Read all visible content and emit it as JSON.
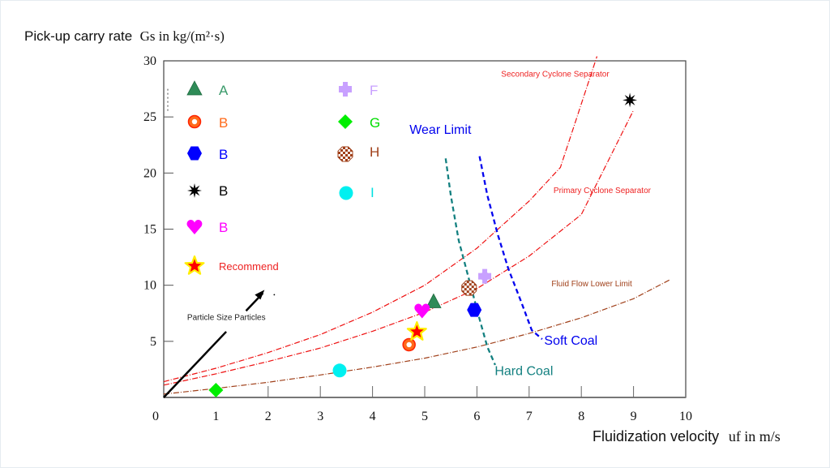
{
  "chart_data": {
    "type": "scatter",
    "title": "",
    "ylabel_prefix": "Pick-up carry rate",
    "ylabel_unit": "Gs in kg/(m²·s)",
    "xlabel_prefix": "Fluidization velocity",
    "xlabel_unit": "uf in m/s",
    "xlim": [
      0,
      10
    ],
    "ylim": [
      0,
      30
    ],
    "x_ticks": [
      0,
      1,
      2,
      3,
      4,
      5,
      6,
      7,
      8,
      9,
      10
    ],
    "y_ticks": [
      0,
      5,
      10,
      15,
      20,
      25,
      30
    ],
    "x_tick_labels": [
      "0",
      "1",
      "2",
      "3",
      "4",
      "5",
      "6",
      "7",
      "8",
      "9",
      "10"
    ],
    "y_tick_labels": [
      "",
      "5",
      "10",
      "15",
      "20",
      "25",
      "30"
    ],
    "grid": false,
    "legend_position": "top-left (inside plot)",
    "series": [
      {
        "name": "A",
        "marker": "triangle",
        "color": "#2e8b57",
        "label_color": "#3a9a6a",
        "points": [
          [
            5.17,
            8.5
          ]
        ]
      },
      {
        "name": "B",
        "marker": "ring",
        "color": "#ff3300",
        "label_color": "#ff6a1a",
        "points": [
          [
            4.7,
            4.7
          ]
        ]
      },
      {
        "name": "B",
        "marker": "hexagon",
        "color": "#0000ff",
        "label_color": "#0000ff",
        "points": [
          [
            5.95,
            7.8
          ]
        ]
      },
      {
        "name": "B",
        "marker": "starburst",
        "color": "#000000",
        "label_color": "#000000",
        "points": [
          [
            8.93,
            26.5
          ]
        ]
      },
      {
        "name": "B",
        "marker": "heart",
        "color": "#ff00ff",
        "label_color": "#ff00ff",
        "points": [
          [
            4.95,
            7.7
          ]
        ]
      },
      {
        "name": "Recommend",
        "marker": "star",
        "color": "#ff0000",
        "label_color": "#ee2222",
        "points": [
          [
            4.85,
            5.85
          ]
        ]
      },
      {
        "name": "F",
        "marker": "cross-blob",
        "color": "#c8a0ff",
        "label_color": "#c8a0ff",
        "points": [
          [
            6.15,
            10.8
          ]
        ]
      },
      {
        "name": "G",
        "marker": "diamond",
        "color": "#00ee00",
        "label_color": "#00dd00",
        "points": [
          [
            1.0,
            0.65
          ]
        ]
      },
      {
        "name": "H",
        "marker": "checker",
        "color": "#a0401a",
        "label_color": "#a0401a",
        "points": [
          [
            5.85,
            9.75
          ]
        ]
      },
      {
        "name": "I",
        "marker": "circle",
        "color": "#00f0f0",
        "label_color": "#00e0e0",
        "points": [
          [
            3.37,
            2.4
          ]
        ]
      }
    ],
    "curves": [
      {
        "name": "Secondary Cyclone Separator",
        "color": "#ee1111",
        "style": "dash-dot",
        "points": [
          [
            0,
            1.4
          ],
          [
            1,
            2.6
          ],
          [
            2,
            4.0
          ],
          [
            3,
            5.6
          ],
          [
            4,
            7.6
          ],
          [
            5,
            10.0
          ],
          [
            6,
            13.3
          ],
          [
            7,
            17.5
          ],
          [
            7.6,
            20.5
          ],
          [
            8.3,
            30.4
          ]
        ]
      },
      {
        "name": "Primary Cyclone Separator",
        "color": "#ee1111",
        "style": "dash-dot",
        "points": [
          [
            0,
            1.1
          ],
          [
            1,
            2.1
          ],
          [
            2,
            3.2
          ],
          [
            3,
            4.4
          ],
          [
            4,
            5.9
          ],
          [
            5,
            7.6
          ],
          [
            6,
            9.7
          ],
          [
            7,
            12.6
          ],
          [
            8,
            16.3
          ],
          [
            9,
            25.6
          ]
        ]
      },
      {
        "name": "Fluid Flow Lower Limit",
        "color": "#a0401a",
        "style": "dash-dot",
        "points": [
          [
            0,
            0.3
          ],
          [
            1,
            0.8
          ],
          [
            2,
            1.35
          ],
          [
            3,
            2.0
          ],
          [
            4,
            2.7
          ],
          [
            5,
            3.5
          ],
          [
            6,
            4.5
          ],
          [
            7,
            5.7
          ],
          [
            8,
            7.1
          ],
          [
            9,
            8.8
          ],
          [
            9.7,
            10.5
          ]
        ]
      },
      {
        "name": "Hard Coal",
        "color": "#138080",
        "style": "dash",
        "points": [
          [
            5.4,
            21.3
          ],
          [
            5.5,
            18.0
          ],
          [
            5.65,
            14.0
          ],
          [
            5.85,
            10.5
          ],
          [
            6.05,
            7.0
          ],
          [
            6.2,
            4.5
          ],
          [
            6.35,
            2.9
          ]
        ]
      },
      {
        "name": "Soft Coal",
        "color": "#0000ee",
        "style": "dash",
        "points": [
          [
            6.05,
            21.5
          ],
          [
            6.2,
            18.0
          ],
          [
            6.4,
            14.5
          ],
          [
            6.6,
            11.5
          ],
          [
            6.85,
            8.5
          ],
          [
            7.05,
            6.0
          ],
          [
            7.25,
            5.2
          ]
        ]
      },
      {
        "name": "Particle Size Particles",
        "color": "#000000",
        "style": "solid-arrow",
        "points": [
          [
            0,
            0
          ],
          [
            1.9,
            9.3
          ]
        ]
      }
    ],
    "annotations": [
      {
        "text": "Secondary Cyclone Separator",
        "color": "#ee2222",
        "at": [
          7.5,
          28.6
        ]
      },
      {
        "text": "Primary Cyclone Separator",
        "color": "#ee2222",
        "at": [
          8.4,
          18.2
        ]
      },
      {
        "text": "Fluid Flow Lower Limit",
        "color": "#a0401a",
        "at": [
          8.2,
          9.9
        ]
      },
      {
        "text": "Wear Limit",
        "color": "#0000ee",
        "at": [
          5.3,
          23.5
        ]
      },
      {
        "text": "Soft Coal",
        "color": "#0000ee",
        "at": [
          7.8,
          4.7
        ]
      },
      {
        "text": "Hard Coal",
        "color": "#138080",
        "at": [
          6.9,
          2.0
        ]
      },
      {
        "text": "Particle Size Particles",
        "color": "#222222",
        "at": [
          1.2,
          6.9
        ]
      }
    ]
  }
}
